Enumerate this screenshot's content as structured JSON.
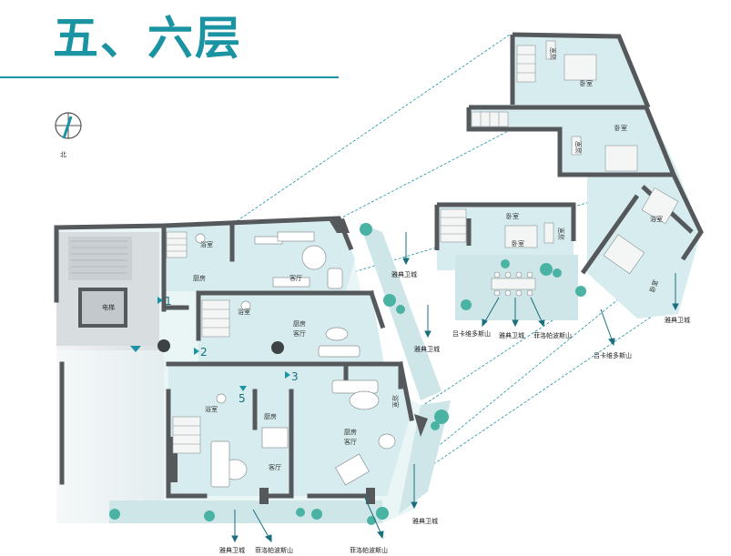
{
  "title": "五、六层",
  "compass": {
    "label": "北"
  },
  "rooms": {
    "elevator": "电梯",
    "bath": "浴室",
    "kitchen": "厨房",
    "living": "客厅",
    "kitchen_living_1": "厨房",
    "kitchen_living_2": "客厅",
    "bedroom": "卧室"
  },
  "units": [
    "1",
    "2",
    "3",
    "5"
  ],
  "views": {
    "acropolis": "雅典卫城",
    "lycabettus": "吕卡维多斯山",
    "philopappos": "菲洛帕波斯山"
  },
  "colors": {
    "accent": "#1a93a2",
    "wall": "#55595c",
    "floor": "#d5ecee",
    "tree": "#4bb3a4"
  }
}
